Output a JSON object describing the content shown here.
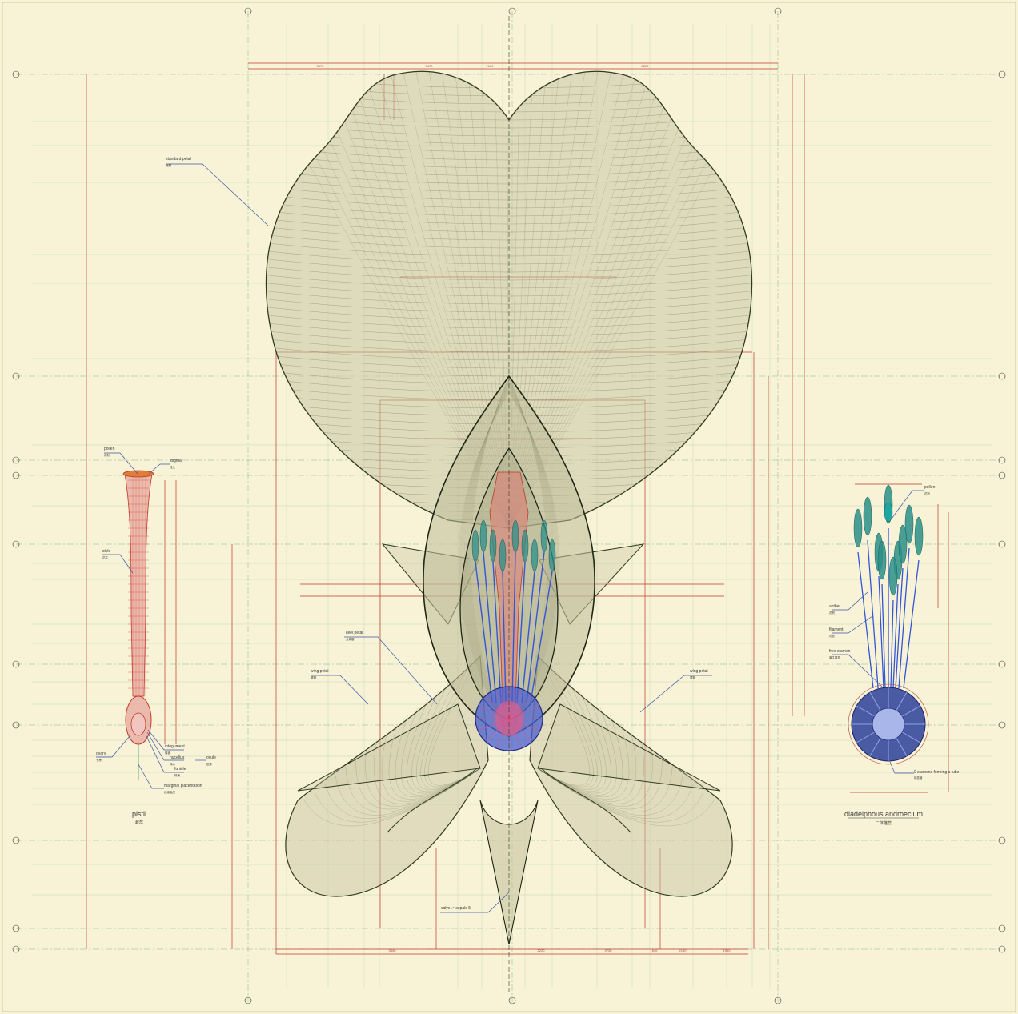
{
  "diagram": {
    "panels": {
      "pistil": {
        "title": "pistil",
        "subtitle": "雌蕊"
      },
      "androecium": {
        "title": "diadelphous androecium",
        "subtitle": "二体雄蕊"
      }
    },
    "callouts": {
      "standard_petal": {
        "text": "standard petal",
        "sub": "旗瓣"
      },
      "keel_petal": {
        "text": "keel petal",
        "sub": "龙骨瓣"
      },
      "wing_petal_left": {
        "text": "wing petal",
        "sub": "翼瓣"
      },
      "wing_petal_right": {
        "text": "wing petal",
        "sub": "翼瓣"
      },
      "sepals": {
        "text": "calyx ✓ sepals 5",
        "sub": ""
      },
      "pollen_left": {
        "text": "pollen",
        "sub": "花粉"
      },
      "stigma": {
        "text": "stigma",
        "sub": "柱头"
      },
      "style": {
        "text": "style",
        "sub": "花柱"
      },
      "ovary": {
        "text": "ovary",
        "sub": "子房"
      },
      "integument": {
        "text": "integument",
        "sub": "珠被"
      },
      "nucellus": {
        "text": "nucellus",
        "sub": "珠心"
      },
      "funicle": {
        "text": "funicle",
        "sub": "珠柄"
      },
      "ovule": {
        "text": "ovule",
        "sub": "胚珠"
      },
      "marginal_placentation": {
        "text": "marginal placentation",
        "sub": "边缘胎座"
      },
      "pollen_right": {
        "text": "pollen",
        "sub": "花粉"
      },
      "anther": {
        "text": "anther",
        "sub": "花药"
      },
      "filament": {
        "text": "filament",
        "sub": "花丝"
      },
      "free_stamen": {
        "text": "free stamen",
        "sub": "离生雄蕊"
      },
      "stamen_tube": {
        "text": "9 stamens forming a tube",
        "sub": "雄蕊管"
      }
    },
    "top_dims": [
      "3570",
      "3470",
      "2160",
      "5220"
    ],
    "bottom_dims": [
      "3440",
      "2220",
      "3730",
      "640",
      "2160",
      "1960"
    ],
    "colors": {
      "background": "#f8f3d6",
      "mesh": "#3e4a2c",
      "dimension": "#c0392b",
      "grid": "#4f9b6a",
      "annotation": "#3b55a8",
      "stamen": "#2b8f8a",
      "pistil": "#d2504a",
      "tube": "#2d3f9a"
    }
  }
}
